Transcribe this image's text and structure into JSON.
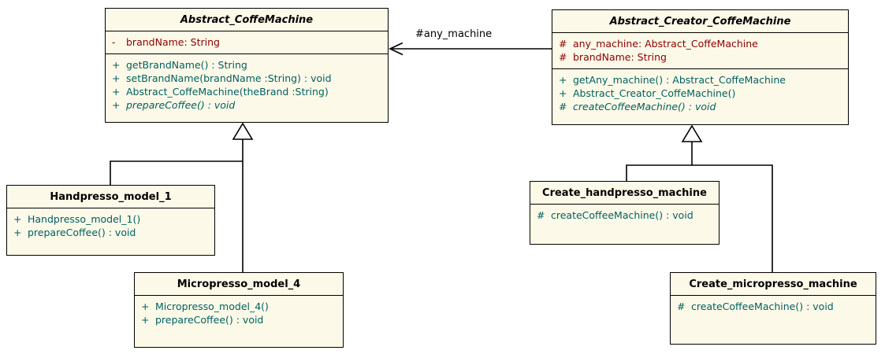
{
  "colors": {
    "box_fill": "#FDF9E8",
    "border": "#000000",
    "attribute_text": "#8B0000",
    "method_text": "#006060",
    "title_text": "#000000"
  },
  "association": {
    "label": "#any_machine"
  },
  "classes": [
    {
      "name": "Abstract_CoffeMachine",
      "abstract": true,
      "attributes": [
        {
          "visibility": "-",
          "text": "brandName: String"
        }
      ],
      "methods": [
        {
          "visibility": "+",
          "text": "getBrandName() : String"
        },
        {
          "visibility": "+",
          "text": "setBrandName(brandName :String) : void"
        },
        {
          "visibility": "+",
          "text": "Abstract_CoffeMachine(theBrand :String)"
        },
        {
          "visibility": "+",
          "text": "prepareCoffee() : void",
          "italic": true
        }
      ]
    },
    {
      "name": "Abstract_Creator_CoffeMachine",
      "abstract": true,
      "attributes": [
        {
          "visibility": "#",
          "text": "any_machine: Abstract_CoffeMachine"
        },
        {
          "visibility": "#",
          "text": "brandName: String"
        }
      ],
      "methods": [
        {
          "visibility": "+",
          "text": "getAny_machine() : Abstract_CoffeMachine"
        },
        {
          "visibility": "+",
          "text": "Abstract_Creator_CoffeMachine()"
        },
        {
          "visibility": "#",
          "text": "createCoffeeMachine() : void",
          "italic": true
        }
      ]
    },
    {
      "name": "Handpresso_model_1",
      "abstract": false,
      "attributes": [],
      "methods": [
        {
          "visibility": "+",
          "text": "Handpresso_model_1()"
        },
        {
          "visibility": "+",
          "text": "prepareCoffee() : void"
        }
      ]
    },
    {
      "name": "Micropresso_model_4",
      "abstract": false,
      "attributes": [],
      "methods": [
        {
          "visibility": "+",
          "text": "Micropresso_model_4()"
        },
        {
          "visibility": "+",
          "text": "prepareCoffee() : void"
        }
      ]
    },
    {
      "name": "Create_handpresso_machine",
      "abstract": false,
      "attributes": [],
      "methods": [
        {
          "visibility": "#",
          "text": "createCoffeeMachine() : void"
        }
      ]
    },
    {
      "name": "Create_micropresso_machine",
      "abstract": false,
      "attributes": [],
      "methods": [
        {
          "visibility": "#",
          "text": "createCoffeeMachine() : void"
        }
      ]
    }
  ],
  "relationships": [
    {
      "type": "association",
      "from": "Abstract_Creator_CoffeMachine",
      "to": "Abstract_CoffeMachine",
      "label": "#any_machine",
      "arrow": "open"
    },
    {
      "type": "generalization",
      "from": "Handpresso_model_1",
      "to": "Abstract_CoffeMachine"
    },
    {
      "type": "generalization",
      "from": "Micropresso_model_4",
      "to": "Abstract_CoffeMachine"
    },
    {
      "type": "generalization",
      "from": "Create_handpresso_machine",
      "to": "Abstract_Creator_CoffeMachine"
    },
    {
      "type": "generalization",
      "from": "Create_micropresso_machine",
      "to": "Abstract_Creator_CoffeMachine"
    }
  ]
}
